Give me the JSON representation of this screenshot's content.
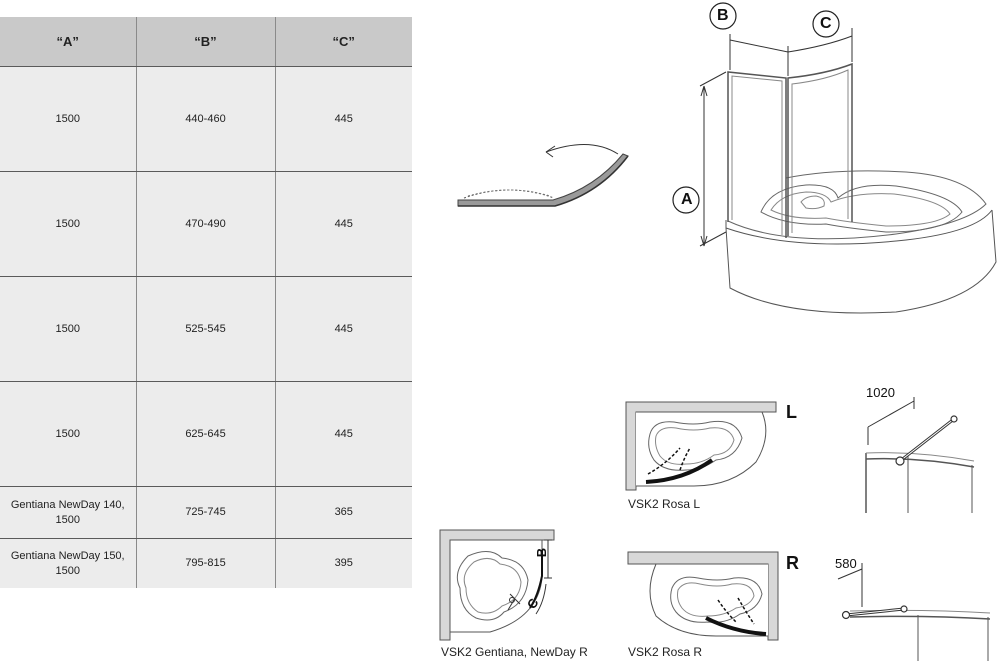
{
  "table": {
    "headers": [
      "“A”",
      "“B”",
      "“C”"
    ],
    "rows": [
      [
        "1500",
        "440-460",
        "445"
      ],
      [
        "1500",
        "470-490",
        "445"
      ],
      [
        "1500",
        "525-545",
        "445"
      ],
      [
        "1500",
        "625-645",
        "445"
      ],
      [
        "Gentiana NewDay 140, 1500",
        "725-745",
        "365"
      ],
      [
        "Gentiana NewDay 150, 1500",
        "795-815",
        "395"
      ]
    ]
  },
  "diagram": {
    "dim_a": "A",
    "dim_b": "B",
    "dim_c": "C",
    "side_l": "L",
    "side_r": "R",
    "caption_rosa_l": "VSK2 Rosa L",
    "caption_rosa_r": "VSK2 Rosa R",
    "caption_gentiana": "VSK2 Gentiana, NewDay R",
    "dim_1020": "1020",
    "dim_580": "580"
  }
}
